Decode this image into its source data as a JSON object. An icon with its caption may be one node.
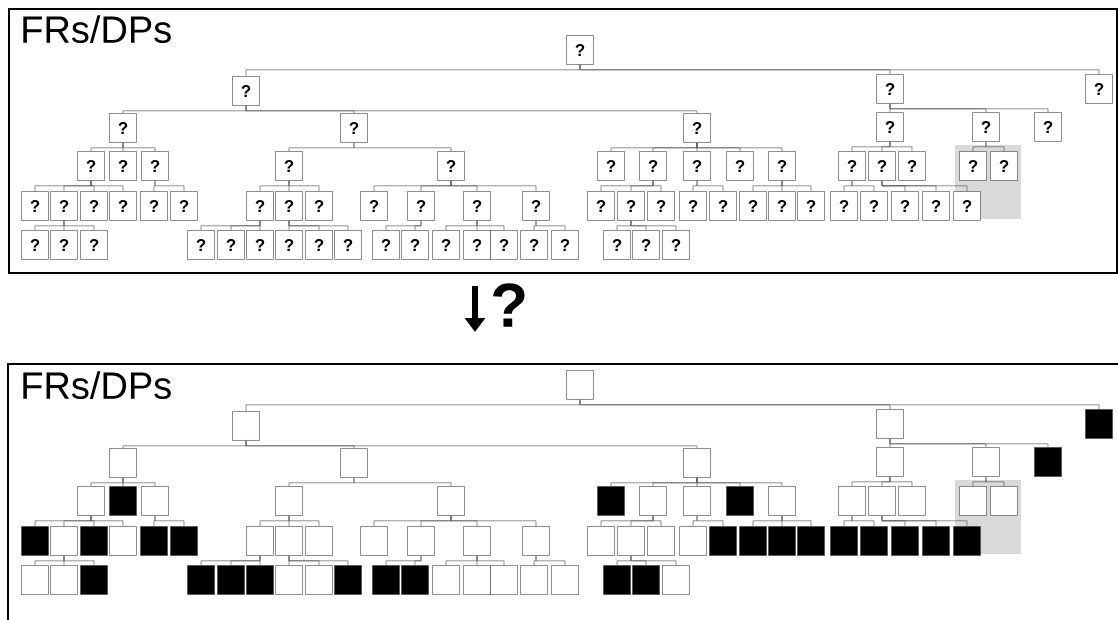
{
  "diagram": {
    "nodes": [
      {
        "text": [
          "FRs/DPs"
        ]
      },
      {
        "text": [
          "?"
        ],
        "in": 0
      },
      {
        "text": [
          "?"
        ],
        "in": 0
      },
      {
        "text": [
          "?"
        ],
        "in": 0
      },
      {
        "text": [
          "?"
        ],
        "in": 0
      },
      {
        "text": [
          "?"
        ],
        "in": 0
      },
      {
        "text": [
          "?"
        ],
        "in": 0
      },
      {
        "text": [
          "?"
        ],
        "in": 0
      },
      {
        "text": [
          "?"
        ],
        "in": 0
      },
      {
        "text": [
          "?"
        ],
        "in": 0
      },
      {
        "text": [
          "?"
        ],
        "in": 0
      },
      {
        "text": [
          "?"
        ],
        "in": 0
      },
      {
        "text": [
          "?"
        ],
        "in": 0
      },
      {
        "text": [
          "?"
        ],
        "in": 0
      },
      {
        "text": [
          "?"
        ],
        "in": 0
      },
      {
        "text": [
          "?"
        ],
        "in": 0
      },
      {
        "text": [
          "?"
        ],
        "in": 0
      },
      {
        "text": [
          "?"
        ],
        "in": 0
      },
      {
        "text": [
          "?"
        ],
        "in": 0
      },
      {
        "text": [
          "?"
        ],
        "in": 0
      },
      {
        "text": [
          "?"
        ],
        "in": 0
      },
      {
        "text": [
          "?"
        ],
        "in": 0
      },
      {
        "text": [
          "?"
        ],
        "in": 0
      },
      {
        "text": [
          "?"
        ],
        "in": 0
      },
      {
        "text": [
          "?"
        ],
        "in": 0
      },
      {
        "text": [
          "?"
        ],
        "in": 0
      },
      {
        "text": [
          "?"
        ],
        "in": 0
      },
      {
        "text": [
          "?"
        ],
        "in": 0
      },
      {
        "text": [
          "?"
        ],
        "in": 0
      },
      {
        "text": [
          "?"
        ],
        "in": 0
      },
      {
        "text": [
          "?"
        ],
        "in": 0
      },
      {
        "text": [
          "?"
        ],
        "in": 0
      },
      {
        "text": [
          "?"
        ],
        "in": 0
      },
      {
        "text": [
          "?"
        ],
        "in": 0
      },
      {
        "text": [
          "?"
        ],
        "in": 0
      },
      {
        "text": [
          "?"
        ],
        "in": 0
      },
      {
        "text": [
          "?"
        ],
        "in": 0
      },
      {
        "text": [
          "?"
        ],
        "in": 0
      },
      {
        "text": [
          "?"
        ],
        "in": 0
      },
      {
        "text": [
          "?"
        ],
        "in": 0
      },
      {
        "text": [
          "?"
        ],
        "in": 0
      },
      {
        "text": [
          "?"
        ],
        "in": 0
      },
      {
        "text": [
          "?"
        ],
        "in": 0
      },
      {
        "text": [
          "?"
        ],
        "in": 0
      },
      {
        "text": [
          "?"
        ],
        "in": 0
      },
      {
        "text": [
          "?"
        ],
        "in": 0
      },
      {
        "text": [
          "?"
        ],
        "in": 0
      },
      {
        "text": [
          "?"
        ],
        "in": 0
      },
      {
        "text": [
          "?"
        ],
        "in": 0
      },
      {
        "text": [
          "?"
        ],
        "in": 0
      },
      {
        "text": [
          "?"
        ],
        "in": 0
      },
      {
        "text": [
          "?"
        ],
        "in": 0
      },
      {
        "text": [
          "?"
        ],
        "in": 0
      },
      {
        "text": [
          "?"
        ],
        "in": 0
      },
      {
        "text": [
          "?"
        ],
        "in": 0
      },
      {
        "text": [
          "?"
        ],
        "in": 0
      },
      {
        "text": [
          "?"
        ],
        "in": 0
      },
      {
        "text": [
          "?"
        ],
        "in": 0
      },
      {
        "text": [
          "?"
        ],
        "in": 0
      },
      {
        "text": [
          "?"
        ],
        "in": 0
      },
      {
        "text": [
          "?"
        ],
        "in": 0
      },
      {
        "text": [
          "?"
        ],
        "in": 0
      },
      {
        "text": [
          "?"
        ],
        "in": 0
      },
      {
        "text": [
          "?"
        ],
        "in": 0
      },
      {
        "text": [
          "?"
        ],
        "in": 0
      },
      {
        "text": [
          "?"
        ],
        "in": 0
      },
      {
        "text": [
          "?"
        ],
        "in": 0
      },
      {
        "text": [
          "?"
        ],
        "in": 0
      },
      {
        "text": [
          "?"
        ],
        "in": 0
      },
      {
        "text": [
          "?"
        ],
        "in": 0
      },
      {
        "text": [
          "?"
        ],
        "in": 0
      },
      {
        "text": [
          "FRs/DPs"
        ]
      },
      {
        "text": [],
        "shape": "box",
        "in": 71
      },
      {
        "text": [],
        "shape": "box",
        "in": 71
      },
      {
        "text": [],
        "shape": "box",
        "in": 71
      },
      {
        "text": [],
        "shape": "box",
        "in": 71
      },
      {
        "text": [],
        "shape": "box",
        "in": 71
      },
      {
        "text": [],
        "shape": "box",
        "in": 71
      },
      {
        "text": [],
        "shape": "box",
        "in": 71
      },
      {
        "text": [],
        "shape": "box",
        "in": 71
      },
      {
        "text": [],
        "shape": "box",
        "in": 71
      },
      {
        "text": [],
        "shape": "box",
        "in": 71
      },
      {
        "text": [],
        "shape": "box",
        "in": 71
      },
      {
        "text": [],
        "shape": "box",
        "in": 71
      },
      {
        "text": [],
        "shape": "box",
        "in": 71
      },
      {
        "text": [],
        "shape": "box",
        "in": 71
      },
      {
        "text": [],
        "shape": "box",
        "in": 71
      },
      {
        "text": [],
        "shape": "box",
        "in": 71
      },
      {
        "text": [],
        "shape": "box",
        "in": 71
      },
      {
        "text": [],
        "shape": "box",
        "in": 71
      },
      {
        "text": [],
        "shape": "box",
        "in": 71
      },
      {
        "text": [],
        "shape": "box",
        "in": 71
      },
      {
        "text": [],
        "shape": "box",
        "in": 71
      },
      {
        "text": [],
        "shape": "box",
        "in": 71
      },
      {
        "text": [],
        "shape": "box",
        "in": 71
      },
      {
        "text": [],
        "shape": "box",
        "in": 71
      },
      {
        "text": [],
        "shape": "box",
        "in": 71
      },
      {
        "text": [],
        "shape": "box",
        "in": 71
      },
      {
        "text": [],
        "shape": "box",
        "in": 71
      },
      {
        "text": [],
        "shape": "box",
        "in": 71
      },
      {
        "text": [],
        "shape": "box",
        "in": 71
      },
      {
        "text": [],
        "shape": "box",
        "in": 71
      },
      {
        "text": [],
        "shape": "box",
        "in": 71
      },
      {
        "text": [],
        "shape": "box",
        "in": 71
      },
      {
        "text": [],
        "shape": "box",
        "in": 71
      },
      {
        "text": [],
        "shape": "box",
        "in": 71
      },
      {
        "text": [],
        "shape": "box",
        "in": 71
      },
      {
        "text": [],
        "shape": "box",
        "in": 71
      },
      {
        "text": [],
        "shape": "box",
        "in": 71
      },
      {
        "text": [],
        "shape": "box",
        "in": 71
      },
      {
        "text": [],
        "shape": "box",
        "in": 71
      },
      {
        "text": [],
        "shape": "box",
        "in": 71
      },
      {
        "text": [],
        "shape": "box",
        "in": 71
      },
      {
        "text": [],
        "shape": "box",
        "in": 71
      },
      {
        "text": [],
        "shape": "box",
        "in": 71
      },
      {
        "text": [],
        "shape": "box",
        "in": 71
      },
      {
        "text": [],
        "shape": "box",
        "in": 71
      },
      {
        "text": [],
        "shape": "box",
        "in": 71
      },
      {
        "text": [],
        "shape": "box",
        "in": 71
      },
      {
        "text": [],
        "shape": "box",
        "in": 71
      },
      {
        "text": [],
        "shape": "box",
        "in": 71
      },
      {
        "text": [],
        "shape": "box",
        "in": 71
      },
      {
        "text": [],
        "shape": "box",
        "in": 71
      },
      {
        "text": [],
        "shape": "box",
        "in": 71
      },
      {
        "text": [],
        "shape": "box",
        "in": 71
      },
      {
        "text": [],
        "shape": "box",
        "in": 71
      },
      {
        "text": [],
        "shape": "box",
        "in": 71
      },
      {
        "text": [],
        "shape": "box",
        "in": 71
      },
      {
        "text": [],
        "shape": "box",
        "in": 71
      },
      {
        "text": [],
        "shape": "box",
        "in": 71
      },
      {
        "text": [],
        "shape": "box",
        "in": 71
      },
      {
        "text": [],
        "shape": "box",
        "in": 71
      },
      {
        "text": [],
        "shape": "box",
        "in": 71
      },
      {
        "text": [],
        "shape": "box",
        "in": 71
      },
      {
        "text": [],
        "shape": "box",
        "in": 71
      },
      {
        "text": [],
        "shape": "box",
        "in": 71
      },
      {
        "text": [],
        "shape": "box",
        "in": 71
      },
      {
        "text": [],
        "shape": "box",
        "in": 71
      },
      {
        "text": [],
        "shape": "box",
        "in": 71
      },
      {
        "text": [],
        "shape": "box",
        "in": 71
      },
      {
        "text": [],
        "shape": "box",
        "in": 71
      },
      {
        "text": [],
        "shape": "box",
        "in": 71
      }
    ],
    "edges": [
      {
        "from": 1,
        "to": 2,
        "arrow": "none"
      },
      {
        "from": 1,
        "to": 3,
        "arrow": "none"
      },
      {
        "from": 1,
        "to": 4,
        "arrow": "none"
      },
      {
        "from": 2,
        "to": 5,
        "arrow": "none"
      },
      {
        "from": 2,
        "to": 6,
        "arrow": "none"
      },
      {
        "from": 2,
        "to": 7,
        "arrow": "none"
      },
      {
        "from": 3,
        "to": 8,
        "arrow": "none"
      },
      {
        "from": 3,
        "to": 9,
        "arrow": "none"
      },
      {
        "from": 3,
        "to": 10,
        "arrow": "none"
      },
      {
        "from": 5,
        "to": 11,
        "arrow": "none"
      },
      {
        "from": 5,
        "to": 12,
        "arrow": "none"
      },
      {
        "from": 5,
        "to": 13,
        "arrow": "none"
      },
      {
        "from": 6,
        "to": 14,
        "arrow": "none"
      },
      {
        "from": 6,
        "to": 15,
        "arrow": "none"
      },
      {
        "from": 7,
        "to": 16,
        "arrow": "none"
      },
      {
        "from": 7,
        "to": 17,
        "arrow": "none"
      },
      {
        "from": 7,
        "to": 18,
        "arrow": "none"
      },
      {
        "from": 7,
        "to": 19,
        "arrow": "none"
      },
      {
        "from": 7,
        "to": 20,
        "arrow": "none"
      },
      {
        "from": 8,
        "to": 21,
        "arrow": "none"
      },
      {
        "from": 8,
        "to": 22,
        "arrow": "none"
      },
      {
        "from": 8,
        "to": 23,
        "arrow": "none"
      },
      {
        "from": 9,
        "to": 24,
        "arrow": "none"
      },
      {
        "from": 9,
        "to": 25,
        "arrow": "none"
      },
      {
        "from": 11,
        "to": 26,
        "arrow": "none"
      },
      {
        "from": 11,
        "to": 27,
        "arrow": "none"
      },
      {
        "from": 11,
        "to": 28,
        "arrow": "none"
      },
      {
        "from": 11,
        "to": 29,
        "arrow": "none"
      },
      {
        "from": 13,
        "to": 30,
        "arrow": "none"
      },
      {
        "from": 13,
        "to": 31,
        "arrow": "none"
      },
      {
        "from": 14,
        "to": 32,
        "arrow": "none"
      },
      {
        "from": 14,
        "to": 33,
        "arrow": "none"
      },
      {
        "from": 14,
        "to": 34,
        "arrow": "none"
      },
      {
        "from": 15,
        "to": 35,
        "arrow": "none"
      },
      {
        "from": 15,
        "to": 36,
        "arrow": "none"
      },
      {
        "from": 15,
        "to": 37,
        "arrow": "none"
      },
      {
        "from": 15,
        "to": 38,
        "arrow": "none"
      },
      {
        "from": 17,
        "to": 39,
        "arrow": "none"
      },
      {
        "from": 17,
        "to": 40,
        "arrow": "none"
      },
      {
        "from": 17,
        "to": 41,
        "arrow": "none"
      },
      {
        "from": 18,
        "to": 42,
        "arrow": "none"
      },
      {
        "from": 18,
        "to": 43,
        "arrow": "none"
      },
      {
        "from": 20,
        "to": 44,
        "arrow": "none"
      },
      {
        "from": 20,
        "to": 45,
        "arrow": "none"
      },
      {
        "from": 20,
        "to": 46,
        "arrow": "none"
      },
      {
        "from": 21,
        "to": 47,
        "arrow": "none"
      },
      {
        "from": 21,
        "to": 48,
        "arrow": "none"
      },
      {
        "from": 22,
        "to": 49,
        "arrow": "none"
      },
      {
        "from": 22,
        "to": 50,
        "arrow": "none"
      },
      {
        "from": 22,
        "to": 51,
        "arrow": "none"
      },
      {
        "from": 27,
        "to": 52,
        "arrow": "none"
      },
      {
        "from": 27,
        "to": 53,
        "arrow": "none"
      },
      {
        "from": 27,
        "to": 54,
        "arrow": "none"
      },
      {
        "from": 32,
        "to": 55,
        "arrow": "none"
      },
      {
        "from": 32,
        "to": 56,
        "arrow": "none"
      },
      {
        "from": 32,
        "to": 57,
        "arrow": "none"
      },
      {
        "from": 33,
        "to": 58,
        "arrow": "none"
      },
      {
        "from": 33,
        "to": 59,
        "arrow": "none"
      },
      {
        "from": 33,
        "to": 60,
        "arrow": "none"
      },
      {
        "from": 36,
        "to": 61,
        "arrow": "none"
      },
      {
        "from": 36,
        "to": 62,
        "arrow": "none"
      },
      {
        "from": 37,
        "to": 63,
        "arrow": "none"
      },
      {
        "from": 37,
        "to": 64,
        "arrow": "none"
      },
      {
        "from": 37,
        "to": 65,
        "arrow": "none"
      },
      {
        "from": 38,
        "to": 66,
        "arrow": "none"
      },
      {
        "from": 38,
        "to": 67,
        "arrow": "none"
      },
      {
        "from": 40,
        "to": 68,
        "arrow": "none"
      },
      {
        "from": 40,
        "to": 69,
        "arrow": "none"
      },
      {
        "from": 40,
        "to": 70,
        "arrow": "none"
      },
      {
        "from": 72,
        "to": 73,
        "arrow": "none"
      },
      {
        "from": 72,
        "to": 74,
        "arrow": "none"
      },
      {
        "from": 72,
        "to": 75,
        "arrow": "none"
      },
      {
        "from": 73,
        "to": 76,
        "arrow": "none"
      },
      {
        "from": 73,
        "to": 77,
        "arrow": "none"
      },
      {
        "from": 73,
        "to": 78,
        "arrow": "none"
      },
      {
        "from": 74,
        "to": 79,
        "arrow": "none"
      },
      {
        "from": 74,
        "to": 80,
        "arrow": "none"
      },
      {
        "from": 74,
        "to": 81,
        "arrow": "none"
      },
      {
        "from": 76,
        "to": 82,
        "arrow": "none"
      },
      {
        "from": 76,
        "to": 83,
        "arrow": "none"
      },
      {
        "from": 76,
        "to": 84,
        "arrow": "none"
      },
      {
        "from": 77,
        "to": 85,
        "arrow": "none"
      },
      {
        "from": 77,
        "to": 86,
        "arrow": "none"
      },
      {
        "from": 78,
        "to": 87,
        "arrow": "none"
      },
      {
        "from": 78,
        "to": 88,
        "arrow": "none"
      },
      {
        "from": 78,
        "to": 89,
        "arrow": "none"
      },
      {
        "from": 78,
        "to": 90,
        "arrow": "none"
      },
      {
        "from": 78,
        "to": 91,
        "arrow": "none"
      },
      {
        "from": 79,
        "to": 92,
        "arrow": "none"
      },
      {
        "from": 79,
        "to": 93,
        "arrow": "none"
      },
      {
        "from": 79,
        "to": 94,
        "arrow": "none"
      },
      {
        "from": 80,
        "to": 95,
        "arrow": "none"
      },
      {
        "from": 80,
        "to": 96,
        "arrow": "none"
      },
      {
        "from": 82,
        "to": 97,
        "arrow": "none"
      },
      {
        "from": 82,
        "to": 98,
        "arrow": "none"
      },
      {
        "from": 82,
        "to": 99,
        "arrow": "none"
      },
      {
        "from": 82,
        "to": 100,
        "arrow": "none"
      },
      {
        "from": 84,
        "to": 101,
        "arrow": "none"
      },
      {
        "from": 84,
        "to": 102,
        "arrow": "none"
      },
      {
        "from": 85,
        "to": 103,
        "arrow": "none"
      },
      {
        "from": 85,
        "to": 104,
        "arrow": "none"
      },
      {
        "from": 85,
        "to": 105,
        "arrow": "none"
      },
      {
        "from": 86,
        "to": 106,
        "arrow": "none"
      },
      {
        "from": 86,
        "to": 107,
        "arrow": "none"
      },
      {
        "from": 86,
        "to": 108,
        "arrow": "none"
      },
      {
        "from": 86,
        "to": 109,
        "arrow": "none"
      },
      {
        "from": 88,
        "to": 110,
        "arrow": "none"
      },
      {
        "from": 88,
        "to": 111,
        "arrow": "none"
      },
      {
        "from": 88,
        "to": 112,
        "arrow": "none"
      },
      {
        "from": 89,
        "to": 113,
        "arrow": "none"
      },
      {
        "from": 89,
        "to": 114,
        "arrow": "none"
      },
      {
        "from": 91,
        "to": 115,
        "arrow": "none"
      },
      {
        "from": 91,
        "to": 116,
        "arrow": "none"
      },
      {
        "from": 91,
        "to": 117,
        "arrow": "none"
      },
      {
        "from": 92,
        "to": 118,
        "arrow": "none"
      },
      {
        "from": 92,
        "to": 119,
        "arrow": "none"
      },
      {
        "from": 93,
        "to": 120,
        "arrow": "none"
      },
      {
        "from": 93,
        "to": 121,
        "arrow": "none"
      },
      {
        "from": 93,
        "to": 122,
        "arrow": "none"
      },
      {
        "from": 98,
        "to": 123,
        "arrow": "none"
      },
      {
        "from": 98,
        "to": 124,
        "arrow": "none"
      },
      {
        "from": 98,
        "to": 125,
        "arrow": "none"
      },
      {
        "from": 103,
        "to": 126,
        "arrow": "none"
      },
      {
        "from": 103,
        "to": 127,
        "arrow": "none"
      },
      {
        "from": 103,
        "to": 128,
        "arrow": "none"
      },
      {
        "from": 104,
        "to": 129,
        "arrow": "none"
      },
      {
        "from": 104,
        "to": 130,
        "arrow": "none"
      },
      {
        "from": 104,
        "to": 131,
        "arrow": "none"
      },
      {
        "from": 107,
        "to": 132,
        "arrow": "none"
      },
      {
        "from": 107,
        "to": 133,
        "arrow": "none"
      },
      {
        "from": 108,
        "to": 134,
        "arrow": "none"
      },
      {
        "from": 108,
        "to": 135,
        "arrow": "none"
      },
      {
        "from": 108,
        "to": 136,
        "arrow": "none"
      },
      {
        "from": 109,
        "to": 137,
        "arrow": "none"
      },
      {
        "from": 109,
        "to": 138,
        "arrow": "none"
      },
      {
        "from": 111,
        "to": 139,
        "arrow": "none"
      },
      {
        "from": 111,
        "to": 140,
        "arrow": "none"
      },
      {
        "from": 111,
        "to": 141,
        "arrow": "none"
      },
      {
        "from": 0,
        "to": 71,
        "arrow": "to",
        "label": "?",
        "style": "thick"
      }
    ]
  }
}
